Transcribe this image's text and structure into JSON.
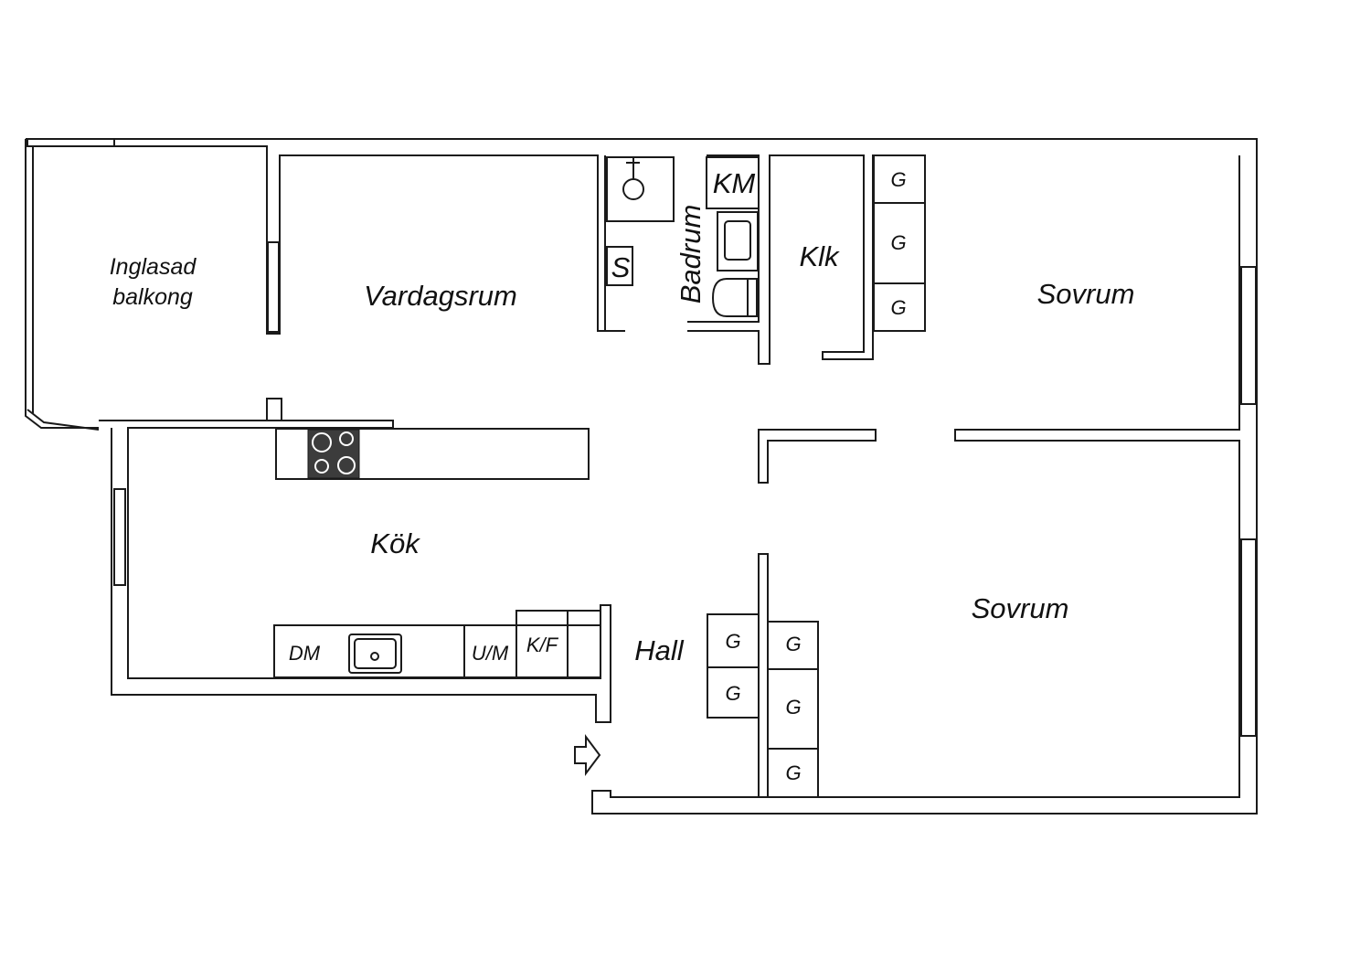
{
  "rooms": {
    "balcony_line1": "Inglasad",
    "balcony_line2": "balkong",
    "living": "Vardagsrum",
    "bathroom": "Badrum",
    "closet": "Klk",
    "bedroom_top": "Sovrum",
    "bedroom_bottom": "Sovrum",
    "kitchen": "Kök",
    "hall": "Hall"
  },
  "fixtures": {
    "washer": "KM",
    "shower": "S",
    "dishwasher": "DM",
    "oven_microwave": "U/M",
    "fridge_freezer": "K/F",
    "wardrobe": "G"
  },
  "colors": {
    "line": "#1a1a1a",
    "wall_fill": "#ffffff",
    "stove": "#3c3c3c"
  }
}
